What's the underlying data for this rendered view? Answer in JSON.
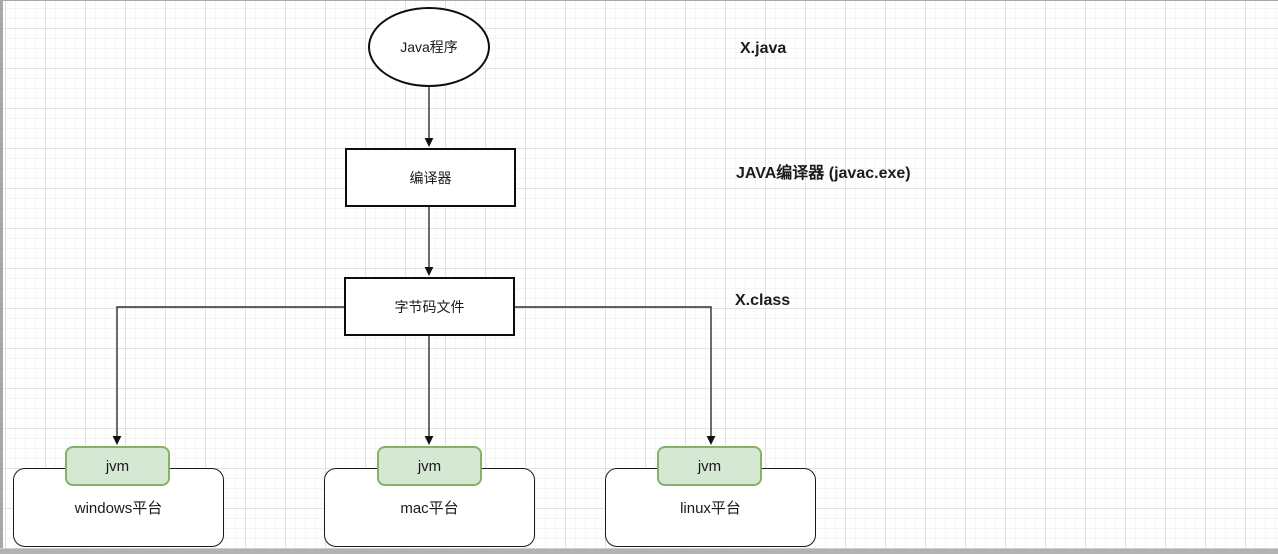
{
  "diagram": {
    "nodes": {
      "program": {
        "label": "Java程序"
      },
      "compiler": {
        "label": "编译器"
      },
      "bytecode": {
        "label": "字节码文件"
      }
    },
    "platforms": [
      {
        "jvm_label": "jvm",
        "label": "windows平台"
      },
      {
        "jvm_label": "jvm",
        "label": "mac平台"
      },
      {
        "jvm_label": "jvm",
        "label": "linux平台"
      }
    ],
    "annotations": {
      "source_file": "X.java",
      "compiler_note": "JAVA编译器 (javac.exe)",
      "class_file": "X.class"
    },
    "colors": {
      "jvm_fill": "#d5e8d4",
      "jvm_border": "#82b366",
      "node_border": "#0d0d0d",
      "connector": "#2d2d2d",
      "grid_major": "#e2e2e2",
      "grid_minor": "#f5f5f5"
    }
  }
}
